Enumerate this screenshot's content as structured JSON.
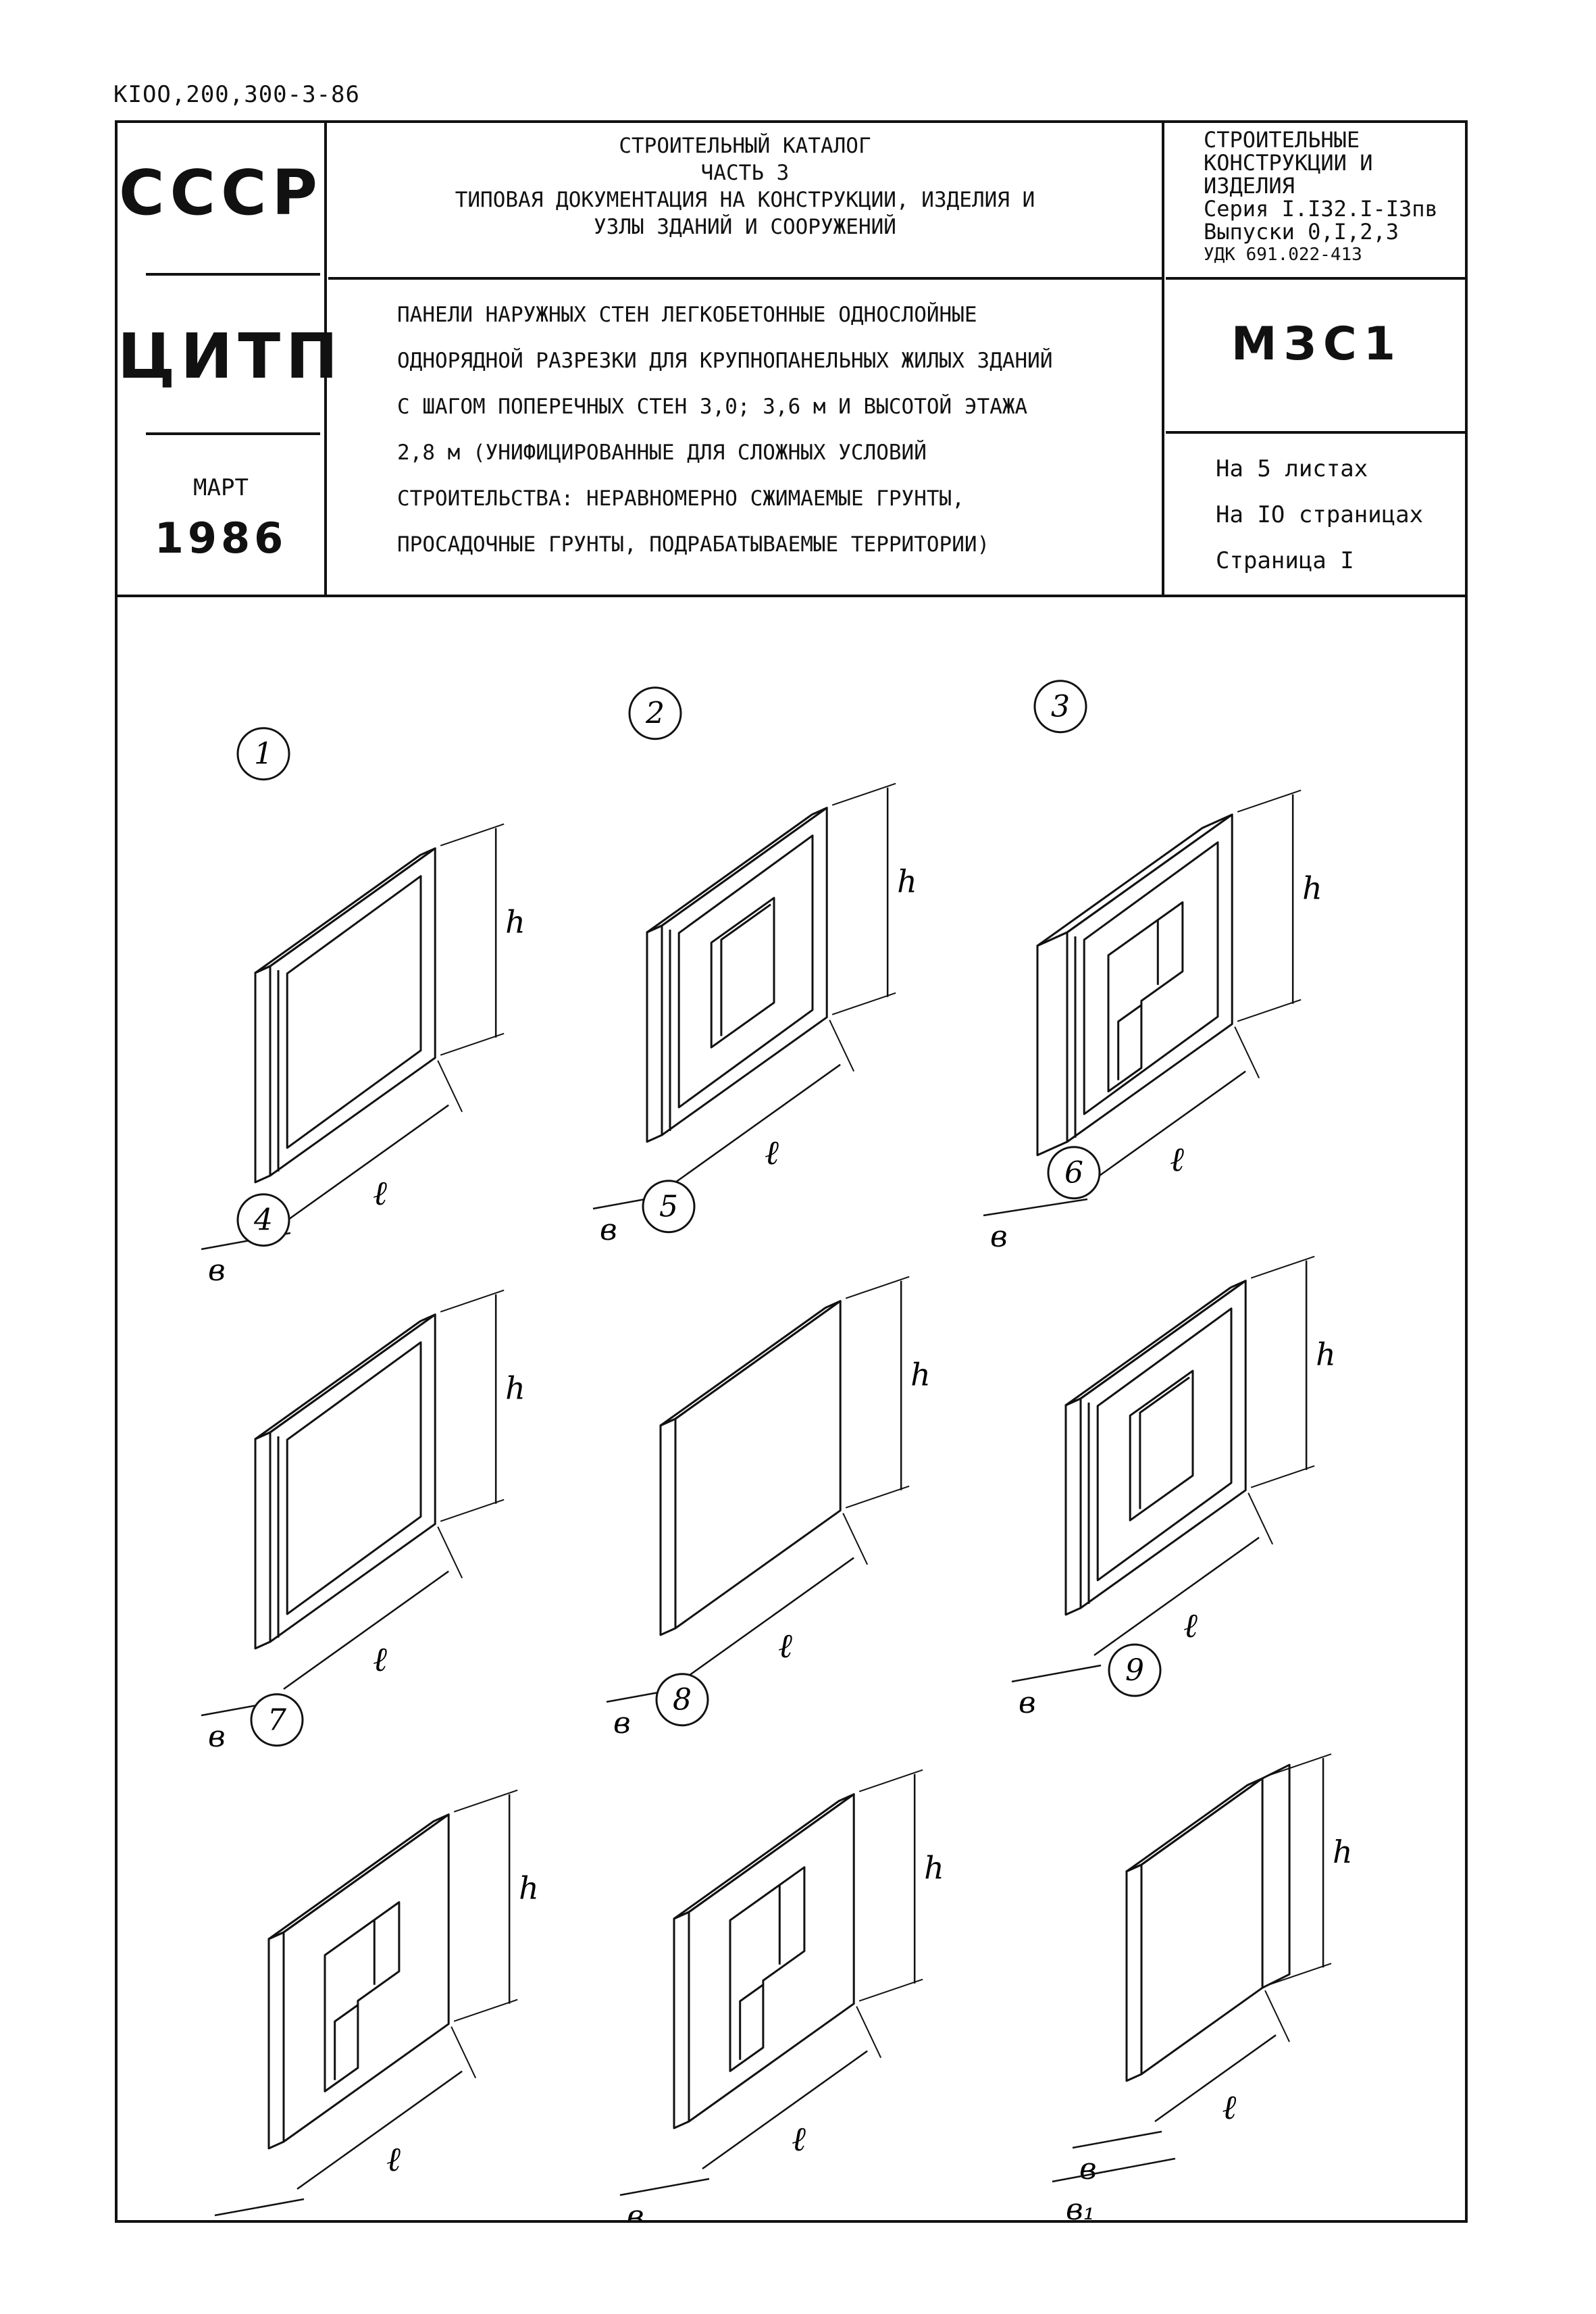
{
  "doc_code": "КIОО,200,300-3-86",
  "left": {
    "country": "СССР",
    "org": "ЦИТП",
    "month": "МАРТ",
    "year": "1986"
  },
  "header": {
    "line1": "СТРОИТЕЛЬНЫЙ КАТАЛОГ",
    "line2": "ЧАСТЬ 3",
    "line3": "ТИПОВАЯ ДОКУМЕНТАЦИЯ НА КОНСТРУКЦИИ, ИЗДЕЛИЯ И",
    "line4": "УЗЛЫ ЗДАНИЙ И СООРУЖЕНИЙ"
  },
  "title_lines": [
    "ПАНЕЛИ НАРУЖНЫХ СТЕН ЛЕГКОБЕТОННЫЕ ОДНОСЛОЙНЫЕ",
    "ОДНОРЯДНОЙ РАЗРЕЗКИ ДЛЯ КРУПНОПАНЕЛЬНЫХ ЖИЛЫХ ЗДАНИЙ",
    "С ШАГОМ ПОПЕРЕЧНЫХ СТЕН 3,0; 3,6 м И ВЫСОТОЙ ЭТАЖА",
    "2,8 м (УНИФИЦИРОВАННЫЕ ДЛЯ СЛОЖНЫХ УСЛОВИЙ",
    "СТРОИТЕЛЬСТВА: НЕРАВНОМЕРНО СЖИМАЕМЫЕ ГРУНТЫ,",
    "ПРОСАДОЧНЫЕ ГРУНТЫ, ПОДРАБАТЫВАЕМЫЕ ТЕРРИТОРИИ)"
  ],
  "right": {
    "line1": "СТРОИТЕЛЬНЫЕ",
    "line2": "КОНСТРУКЦИИ И",
    "line3": "ИЗДЕЛИЯ",
    "line4": "Серия I.I32.I-I3пв",
    "line5": "Выпуски 0,I,2,3",
    "line6": "УДК 691.022-413",
    "mark": "МЗС1",
    "sheets": "На 5 листах",
    "pages": "На IO страницах",
    "page": "Страница I"
  },
  "drawing": {
    "panels": [
      {
        "num": "1",
        "opening": "none",
        "edge": "ribbed"
      },
      {
        "num": "2",
        "opening": "window",
        "edge": "ribbed"
      },
      {
        "num": "3",
        "opening": "door-window",
        "edge": "thick"
      },
      {
        "num": "4",
        "opening": "none",
        "edge": "ribbed"
      },
      {
        "num": "5",
        "opening": "none",
        "edge": "plain"
      },
      {
        "num": "6",
        "opening": "window",
        "edge": "ribbed"
      },
      {
        "num": "7",
        "opening": "door-window",
        "edge": "plain"
      },
      {
        "num": "8",
        "opening": "door-window-tall",
        "edge": "plain"
      },
      {
        "num": "9",
        "opening": "none",
        "edge": "corner"
      }
    ],
    "dim_h": "h",
    "dim_l": "ℓ",
    "dim_b": "в",
    "dim_b1": "в₁"
  }
}
